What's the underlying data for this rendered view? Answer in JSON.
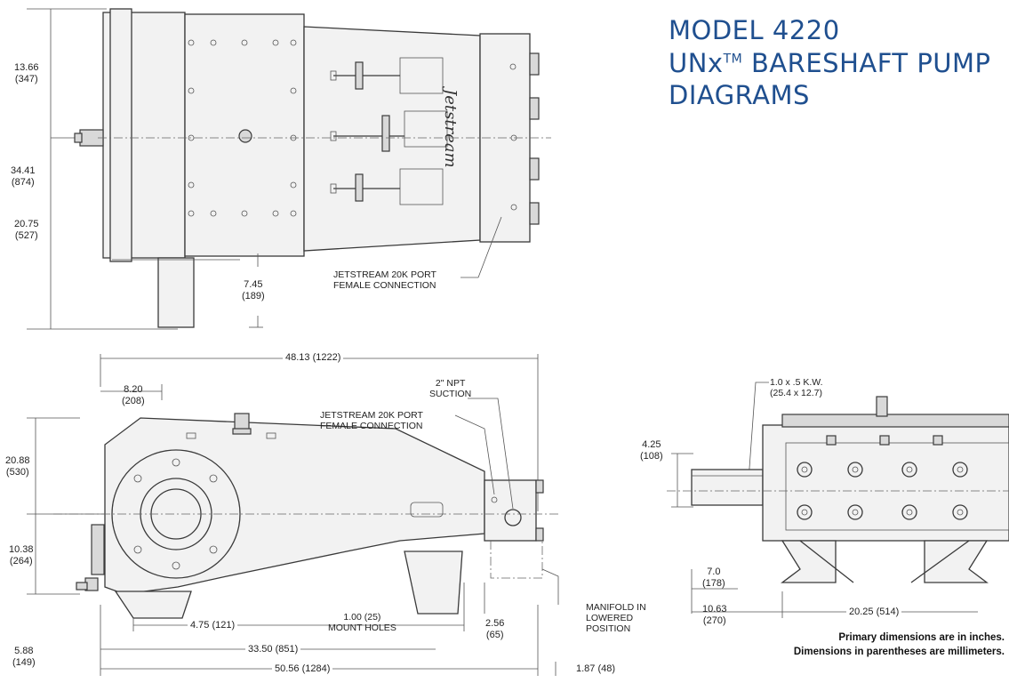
{
  "title": {
    "line1": "MODEL 4220",
    "line2_prefix": "UNx",
    "line2_tm": "TM",
    "line2_suffix": " BARESHAFT PUMP",
    "line3": "DIAGRAMS"
  },
  "top_view": {
    "dim_13_66": "13.66",
    "dim_347": "(347)",
    "dim_34_41": "34.41",
    "dim_874": "(874)",
    "dim_20_75": "20.75",
    "dim_527": "(527)",
    "dim_7_45": "7.45",
    "dim_189": "(189)",
    "port_label_1": "JETSTREAM 20K PORT",
    "port_label_2": "FEMALE CONNECTION",
    "logo_text": "Jetstream"
  },
  "side_view": {
    "dim_48_13": "48.13 (1222)",
    "dim_8_20": "8.20",
    "dim_208": "(208)",
    "suction_1": "2\" NPT",
    "suction_2": "SUCTION",
    "port_label_1": "JETSTREAM 20K PORT",
    "port_label_2": "FEMALE CONNECTION",
    "dim_20_88": "20.88",
    "dim_530": "(530)",
    "dim_10_38": "10.38",
    "dim_264": "(264)",
    "dim_4_75": "4.75 (121)",
    "mount_1": "1.00 (25)",
    "mount_2": "MOUNT HOLES",
    "dim_2_56": "2.56",
    "dim_65": "(65)",
    "manifold_1": "MANIFOLD IN",
    "manifold_2": "LOWERED",
    "manifold_3": "POSITION",
    "dim_33_50": "33.50 (851)",
    "dim_5_88": "5.88",
    "dim_149": "(149)",
    "dim_50_56": "50.56 (1284)",
    "dim_1_87": "1.87 (48)"
  },
  "end_view": {
    "key_1": "1.0 x .5 K.W.",
    "key_2": "(25.4 x 12.7)",
    "dim_4_25": "4.25",
    "dim_108": "(108)",
    "dim_7_0": "7.0",
    "dim_178": "(178)",
    "dim_10_63": "10.63",
    "dim_270": "(270)",
    "dim_20_25": "20.25 (514)"
  },
  "notes": {
    "line1": "Primary dimensions are in inches.",
    "line2": "Dimensions in parentheses are millimeters."
  }
}
